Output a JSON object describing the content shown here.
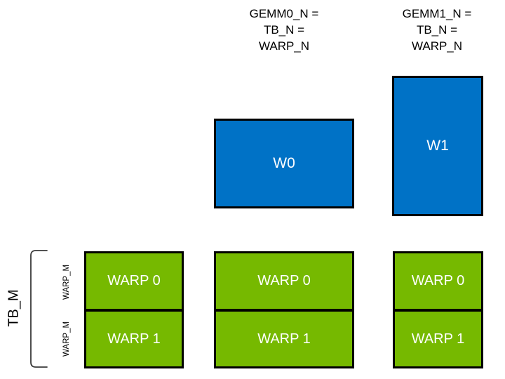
{
  "colors": {
    "blue": "#0072C6",
    "green": "#76B900",
    "outline": "#000000",
    "label_light": "#FFFFFF",
    "label_dark": "#000000",
    "bracket": "#3A3A3A"
  },
  "headers": [
    {
      "text": "GEMM0_N =\nTB_N =\nWARP_N"
    },
    {
      "text": "GEMM1_N =\nTB_N =\nWARP_N"
    }
  ],
  "blue_boxes": [
    {
      "label": "W0"
    },
    {
      "label": "W1"
    }
  ],
  "warp_groups": [
    {
      "cells": [
        "WARP 0",
        "WARP 1"
      ]
    },
    {
      "cells": [
        "WARP 0",
        "WARP 1"
      ]
    },
    {
      "cells": [
        "WARP 0",
        "WARP 1"
      ]
    }
  ],
  "side": {
    "tb_m": "TB_M",
    "warp_m_top": "WARP_M",
    "warp_m_bottom": "WARP_M"
  }
}
